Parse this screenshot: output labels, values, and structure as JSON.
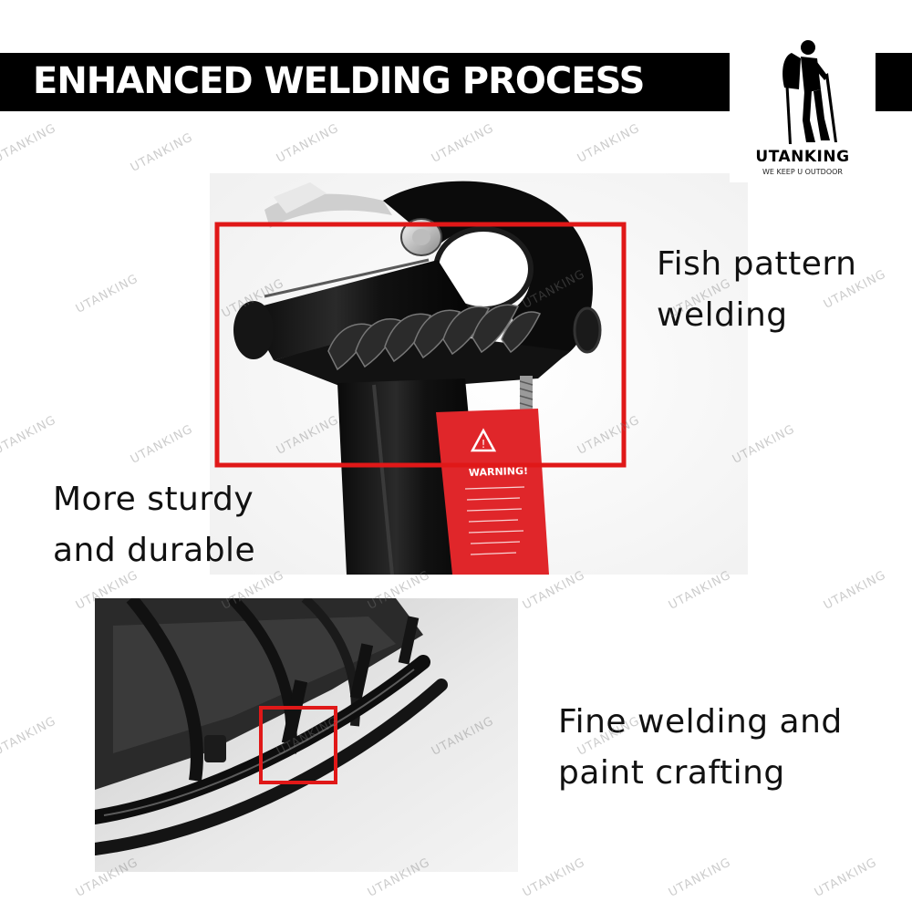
{
  "banner": {
    "title": "ENHANCED WELDING PROCESS"
  },
  "logo": {
    "name": "UTANKING",
    "tagline": "WE KEEP U OUTDOOR",
    "icon": "hiker-with-backpack-icon"
  },
  "captions": {
    "fish": [
      "Fish pattern",
      "welding"
    ],
    "sturdy": [
      "More sturdy",
      "and durable"
    ],
    "fine": [
      "Fine welding and",
      "paint crafting"
    ]
  },
  "photos": {
    "top": {
      "label": "WARNING!",
      "highlight_color": "#e01818"
    },
    "bottom": {
      "highlight_color": "#e01818"
    }
  },
  "watermark": {
    "text": "UTANKING"
  },
  "colors": {
    "banner": "#000000",
    "highlight": "#e01818",
    "label": "#e0262a"
  }
}
